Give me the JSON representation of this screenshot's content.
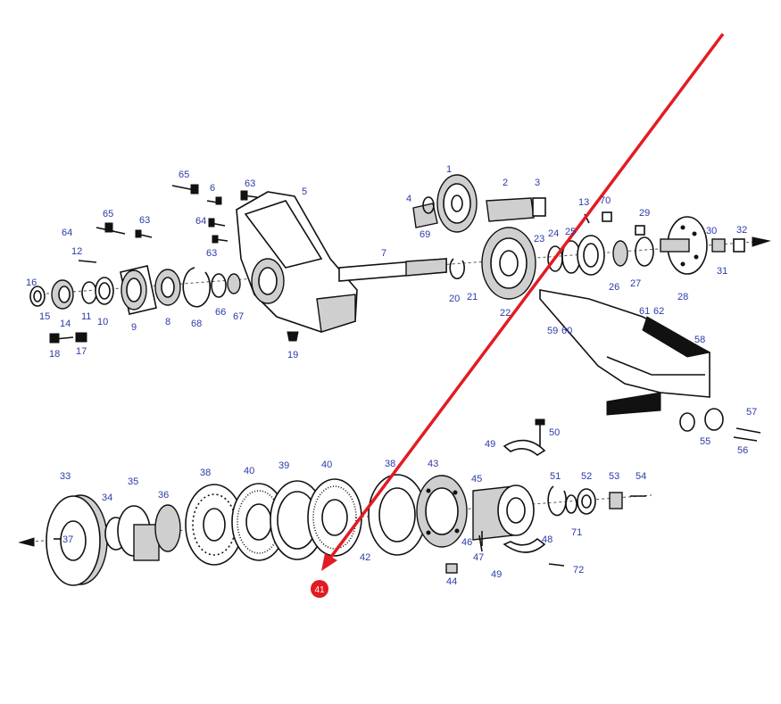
{
  "labels": {
    "l1": "1",
    "l2": "2",
    "l3": "3",
    "l4": "4",
    "l5": "5",
    "l6": "6",
    "l7": "7",
    "l8": "8",
    "l9": "9",
    "l10": "10",
    "l11": "11",
    "l12": "12",
    "l13": "13",
    "l14": "14",
    "l15": "15",
    "l16": "16",
    "l17": "17",
    "l18": "18",
    "l19": "19",
    "l20": "20",
    "l21": "21",
    "l22": "22",
    "l23": "23",
    "l24": "24",
    "l25": "25",
    "l26": "26",
    "l27": "27",
    "l28": "28",
    "l29": "29",
    "l30": "30",
    "l31": "31",
    "l32": "32",
    "l33": "33",
    "l34": "34",
    "l35": "35",
    "l36": "36",
    "l37": "37",
    "l38a": "38",
    "l38b": "38",
    "l39": "39",
    "l40a": "40",
    "l40b": "40",
    "l42": "42",
    "l43": "43",
    "l44": "44",
    "l45": "45",
    "l46": "46",
    "l47": "47",
    "l48": "48",
    "l49a": "49",
    "l49b": "49",
    "l50": "50",
    "l51": "51",
    "l52": "52",
    "l53": "53",
    "l54": "54",
    "l55": "55",
    "l56": "56",
    "l57": "57",
    "l58": "58",
    "l59": "59",
    "l60": "60",
    "l61": "61",
    "l62": "62",
    "l63a": "63",
    "l63b": "63",
    "l63c": "63",
    "l64a": "64",
    "l64b": "64",
    "l65a": "65",
    "l65b": "65",
    "l66": "66",
    "l67": "67",
    "l68": "68",
    "l69": "69",
    "l70": "70",
    "l71": "71",
    "l72": "72"
  },
  "highlight": {
    "label": "41",
    "color": "#e11b22",
    "arrow_color": "#e31b23"
  },
  "colors": {
    "label_text": "#2b3aa8",
    "line_art": "#111111",
    "background": "#ffffff"
  }
}
